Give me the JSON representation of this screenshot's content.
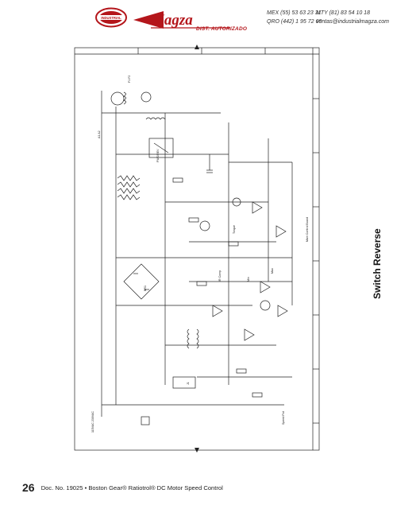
{
  "header": {
    "badge_text": "INDUSTRIAL",
    "logo_text": "Magza",
    "tagline": "DIST. AUTORIZADO",
    "contact_left": [
      "MEX (55) 53 63 23 31",
      "QRO (442) 1 95 72 60"
    ],
    "contact_right": [
      "MTY (81) 83 54 10 18",
      "ventas@industrialmagza.com"
    ]
  },
  "footer": {
    "page_number": "26",
    "doc_text": "Doc. No. 19025 • Boston Gear® Ratiotrol® DC Motor Speed Control"
  },
  "side_title": "Switch Reverse",
  "schematic_labels": {
    "speed_pot": "Speed Pot",
    "main_control_board": "Main Control Board",
    "armature": "A1 A2",
    "field": "F1 F2",
    "line_in": "115VAC 230VAC",
    "jumper": "J1",
    "fwd_rev": "FWD/REV",
    "bridge": "BR1",
    "torque": "Torque",
    "minimum": "Min",
    "maximum": "Max",
    "ir_comp": "IR Comp"
  },
  "colors": {
    "brand_red": "#b4161b",
    "ink": "#1a1a1a"
  }
}
